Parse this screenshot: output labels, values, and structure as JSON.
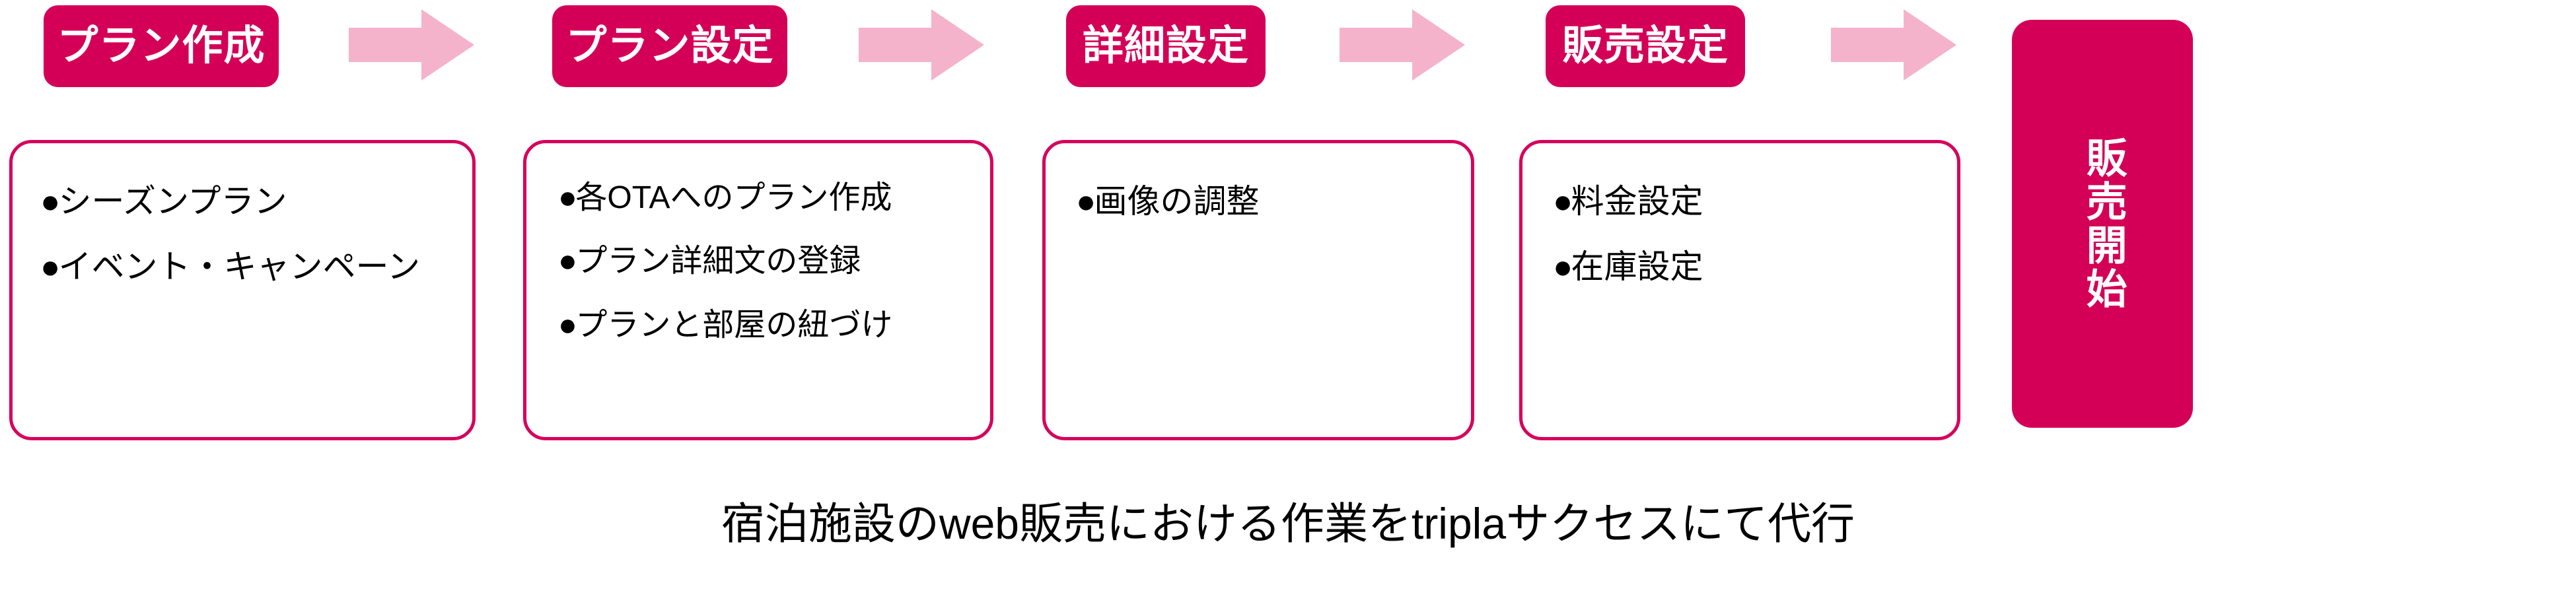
{
  "theme": {
    "badge_color": "#d40057",
    "card_border_color": "#d6005c",
    "arrow_color": "#f5b3cb",
    "text_color": "#000000",
    "background_color": "#ffffff"
  },
  "diagram": {
    "steps": [
      {
        "badge_label": "プラン作成",
        "bullet_marker": "●",
        "items": [
          "シーズンプラン",
          "イベント・キャンペーン"
        ]
      },
      {
        "badge_label": "プラン設定",
        "bullet_marker": "●",
        "items": [
          "各OTAへのプラン作成",
          "プラン詳細文の登録",
          "プランと部屋の紐づけ"
        ]
      },
      {
        "badge_label": "詳細設定",
        "bullet_marker": "●",
        "items": [
          "画像の調整"
        ]
      },
      {
        "badge_label": "販売設定",
        "bullet_marker": "●",
        "items": [
          "料金設定",
          "在庫設定"
        ]
      }
    ],
    "final_step": {
      "label": "販売開始"
    },
    "arrow_icon_name": "right-arrow-icon",
    "arrow_count": 4
  },
  "caption": {
    "text": "宿泊施設のweb販売における作業をtriplaサクセスにて代行"
  }
}
